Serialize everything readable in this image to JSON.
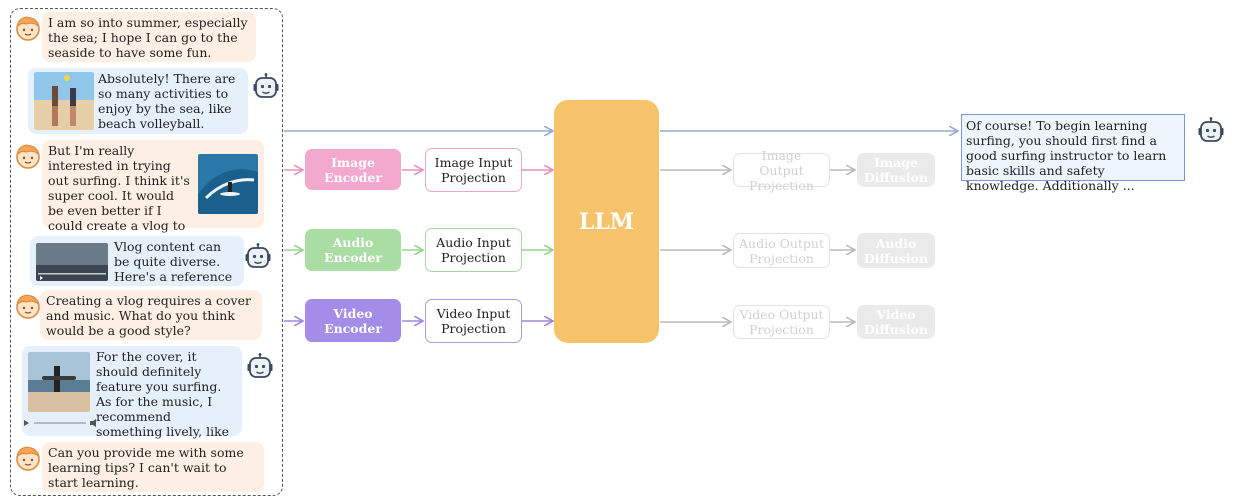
{
  "chat": {
    "messages": [
      {
        "role": "user",
        "text": "I am so into summer, especially the sea; I hope I can go to the seaside to have some fun."
      },
      {
        "role": "bot",
        "text": "Absolutely! There are so many activities to enjoy by the sea, like beach volleyball."
      },
      {
        "role": "user",
        "text": "But I'm really interested in trying out surfing. I think it's super cool. It would be even better if I could create a vlog to showcase my progress."
      },
      {
        "role": "bot",
        "text": "Vlog content can be quite diverse. Here's a reference"
      },
      {
        "role": "user",
        "text": "Creating a vlog requires a cover and music. What do you think would be a good style?"
      },
      {
        "role": "bot",
        "text": "For the cover, it should definitely feature you surfing. As for the music, I recommend something lively, like this?"
      },
      {
        "role": "user",
        "text": "Can you provide me with some learning tips? I can't wait to start learning."
      }
    ]
  },
  "pipeline": {
    "encoders": {
      "image": {
        "line1": "Image",
        "line2": "Encoder",
        "color": "#f3a9cd"
      },
      "audio": {
        "line1": "Audio",
        "line2": "Encoder",
        "color": "#a9dda4"
      },
      "video": {
        "line1": "Video",
        "line2": "Encoder",
        "color": "#a48de8"
      }
    },
    "input_projections": {
      "image": {
        "line1": "Image Input",
        "line2": "Projection",
        "border": "#e9a6c7"
      },
      "audio": {
        "line1": "Audio Input",
        "line2": "Projection",
        "border": "#a8d8a2"
      },
      "video": {
        "line1": "Video Input",
        "line2": "Projection",
        "border": "#ab98e3"
      }
    },
    "llm_label": "LLM",
    "output_projections": {
      "image": {
        "line1": "Image Output",
        "line2": "Projection"
      },
      "audio": {
        "line1": "Audio Output",
        "line2": "Projection"
      },
      "video": {
        "line1": "Video Output",
        "line2": "Projection"
      }
    },
    "diffusions": {
      "image": {
        "line1": "Image",
        "line2": "Diffusion"
      },
      "audio": {
        "line1": "Audio",
        "line2": "Diffusion"
      },
      "video": {
        "line1": "Video",
        "line2": "Diffusion"
      }
    },
    "response_text": "Of course! To begin learning surfing, you should first find a good surfing instructor to learn basic skills and safety knowledge. Additionally ..."
  },
  "colors": {
    "text_arrow": "#94a8d3",
    "image_arrow": "#ea8fbf",
    "audio_arrow": "#97d38f",
    "video_arrow": "#9d86e2",
    "out_arrow": "#bbbbbb"
  },
  "icons": {
    "user_avatar": "user-avatar-icon",
    "bot_avatar": "robot-icon"
  }
}
